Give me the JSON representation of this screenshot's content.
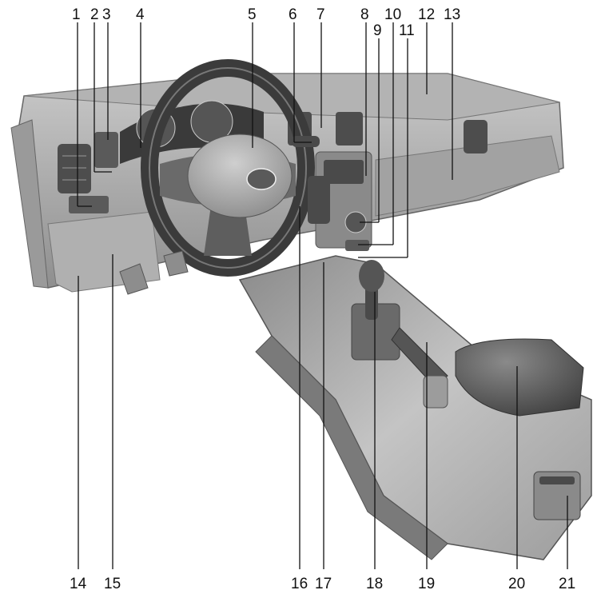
{
  "figure": {
    "description_free": true,
    "callouts_top": [
      "1",
      "2",
      "3",
      "4",
      "5",
      "6",
      "7",
      "8",
      "9",
      "10",
      "11",
      "12",
      "13"
    ],
    "callouts_bottom": [
      "14",
      "15",
      "16",
      "17",
      "18",
      "19",
      "20",
      "21"
    ],
    "colors": {
      "dash": "#a9a9a9",
      "dash_dark": "#6e6e6e",
      "console": "#b8b8b8",
      "armrest": "#5d5d5d",
      "line": "#111111"
    }
  }
}
